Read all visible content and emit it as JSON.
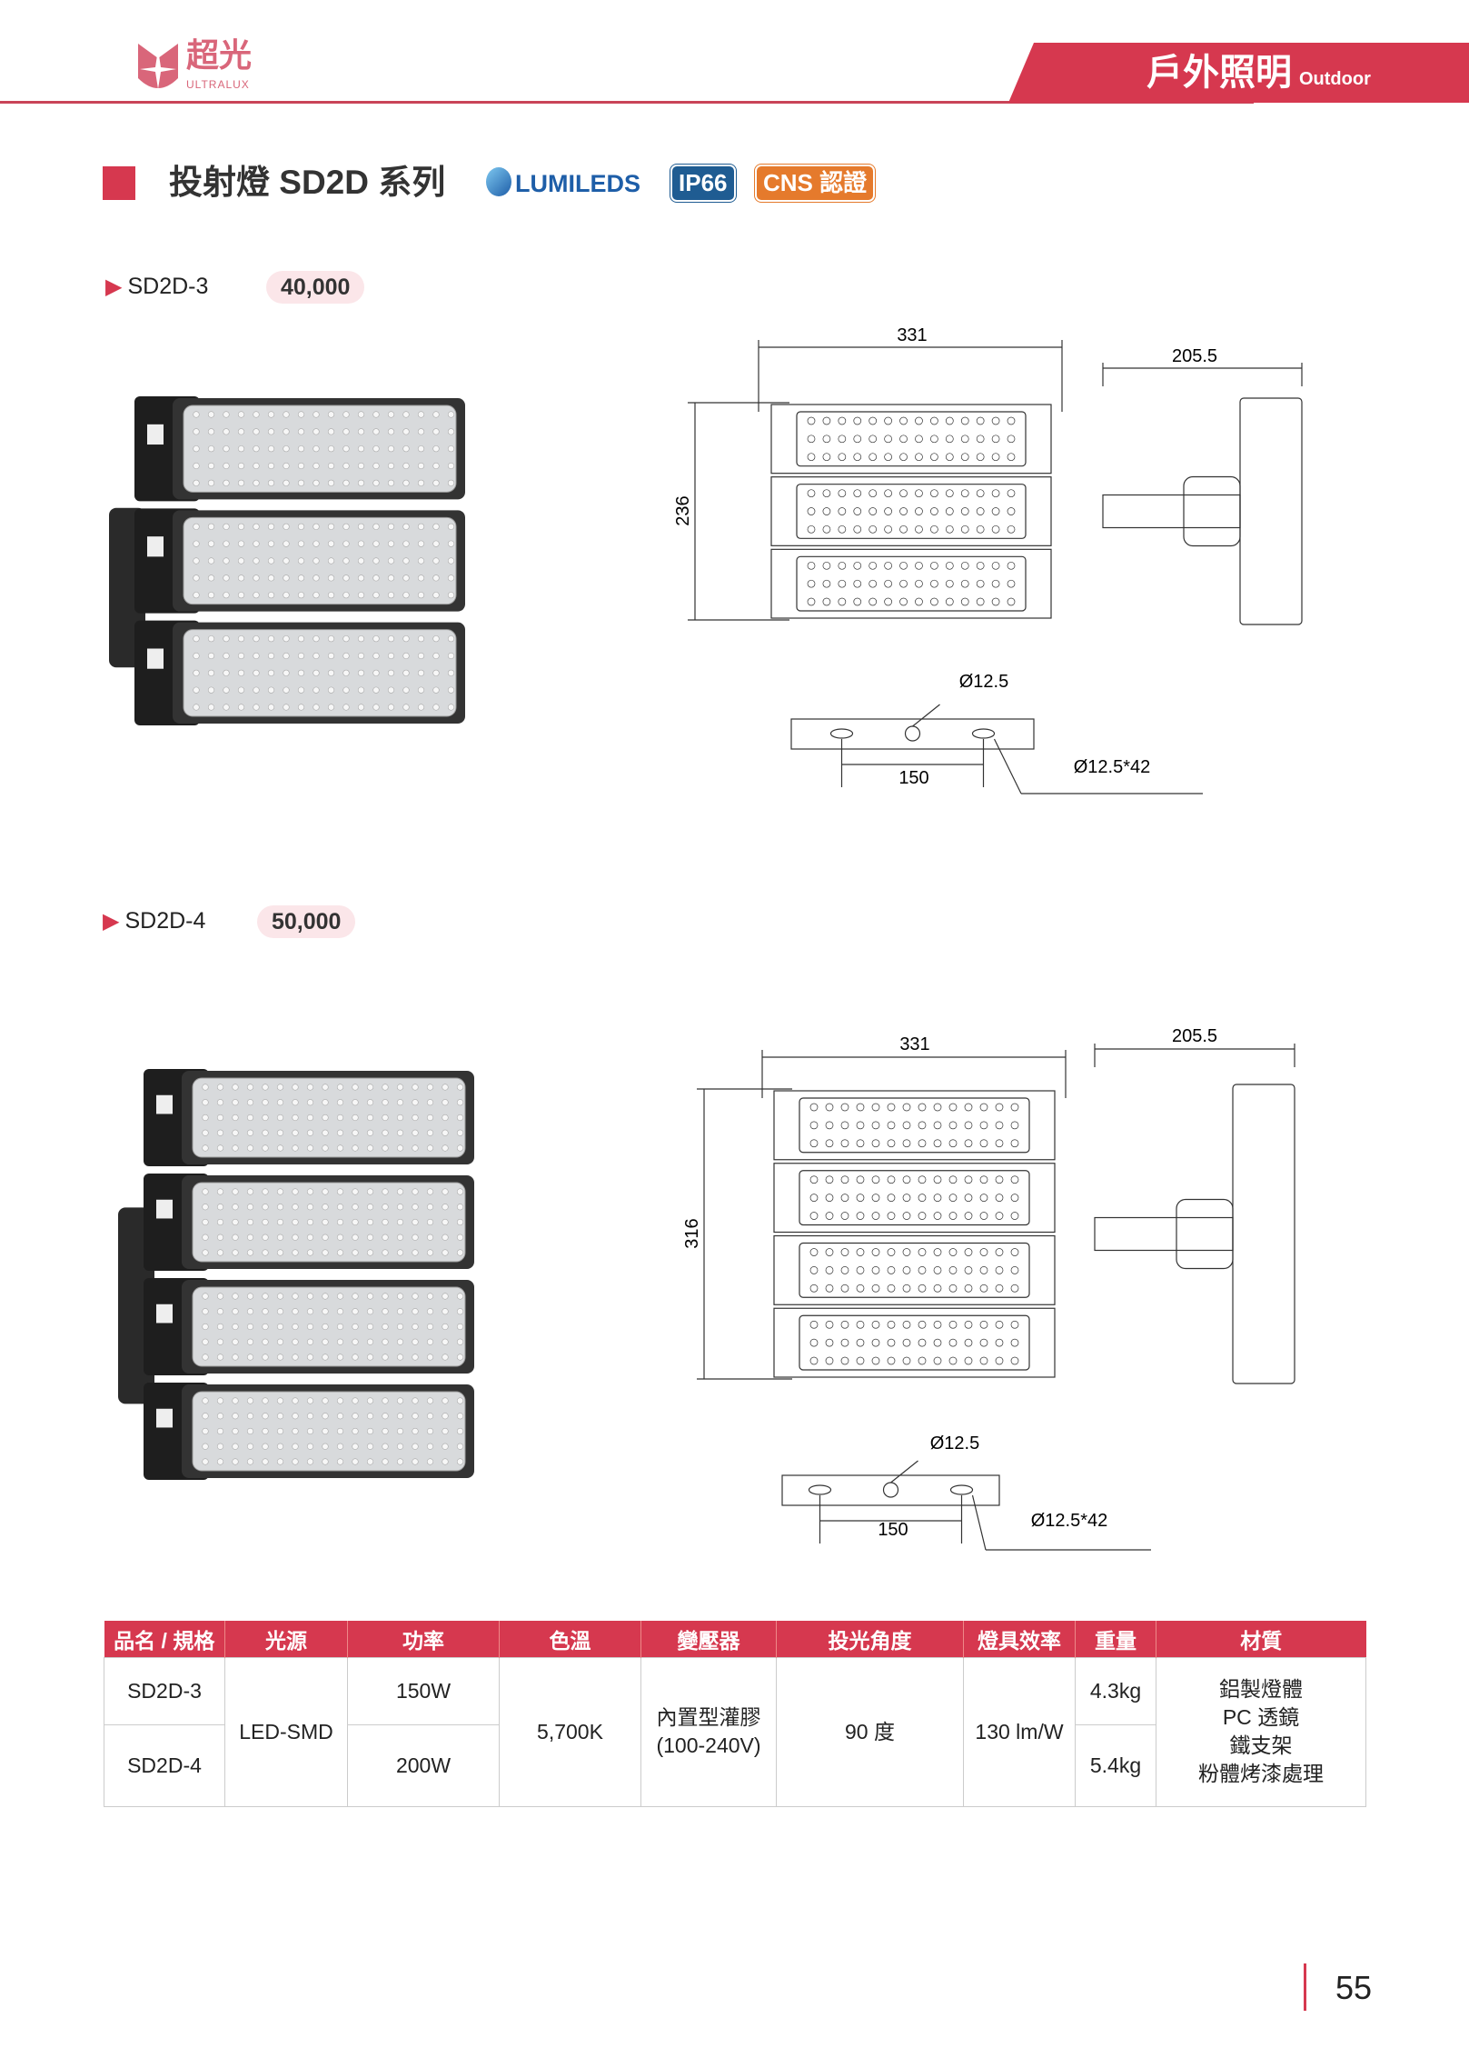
{
  "header": {
    "brand_cn": "超光",
    "brand_en": "ULTRALUX",
    "section_cn": "戶外照明",
    "section_en": "Outdoor"
  },
  "title": {
    "text": "投射燈 SD2D 系列",
    "lumileds": "LUMILEDS",
    "ip": "IP66",
    "cns": "CNS 認證"
  },
  "products": [
    {
      "model": "SD2D-3",
      "lumen": "40,000",
      "modules": 3,
      "dims": {
        "width": "331",
        "height": "236",
        "depth": "205.5",
        "hole": "Ø12.5",
        "spacing": "150",
        "holes": "Ø12.5*42"
      }
    },
    {
      "model": "SD2D-4",
      "lumen": "50,000",
      "modules": 4,
      "dims": {
        "width": "331",
        "height": "316",
        "depth": "205.5",
        "hole": "Ø12.5",
        "spacing": "150",
        "holes": "Ø12.5*42"
      }
    }
  ],
  "table": {
    "headers": [
      "品名 / 規格",
      "光源",
      "功率",
      "色溫",
      "變壓器",
      "投光角度",
      "燈具效率",
      "重量",
      "材質"
    ],
    "rows": [
      {
        "model": "SD2D-3",
        "power": "150W",
        "weight": "4.3kg"
      },
      {
        "model": "SD2D-4",
        "power": "200W",
        "weight": "5.4kg"
      }
    ],
    "source": "LED-SMD",
    "cct": "5,700K",
    "driver_1": "內置型灌膠",
    "driver_2": "(100-240V)",
    "angle": "90 度",
    "efficacy": "130 lm/W",
    "material": [
      "鋁製燈體",
      "PC 透鏡",
      "鐵支架",
      "粉體烤漆處理"
    ]
  },
  "page_number": "55"
}
